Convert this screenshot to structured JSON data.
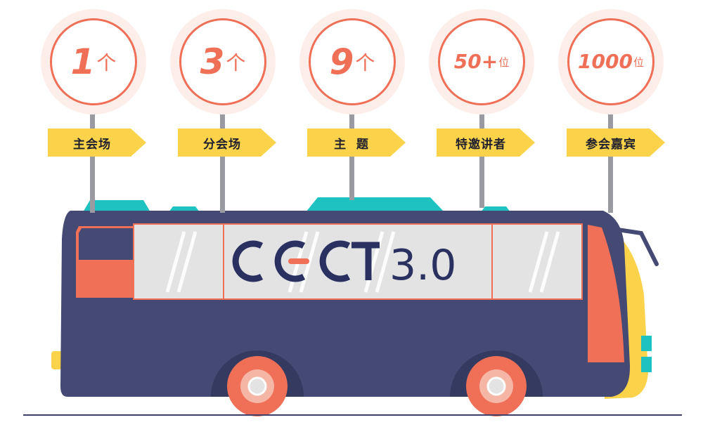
{
  "colors": {
    "accent": "#f06f57",
    "halo": "#fdeeea",
    "sign_yellow": "#fbd34a",
    "bus_body": "#444a73",
    "bus_teal": "#1ec2c0",
    "window_grey": "#e3e3e3",
    "pole": "#9a9aa2"
  },
  "stats": [
    {
      "number": "1",
      "unit": "个",
      "label": "主会场"
    },
    {
      "number": "3",
      "unit": "个",
      "label": "分会场"
    },
    {
      "number": "9",
      "unit": "个",
      "label": "主  题"
    },
    {
      "number": "50+",
      "unit": "位",
      "label": "特邀讲者"
    },
    {
      "number": "1000",
      "unit": "位",
      "label": "参会嘉宾"
    }
  ],
  "bus": {
    "logo_text": "CECT",
    "version": "3.0"
  }
}
